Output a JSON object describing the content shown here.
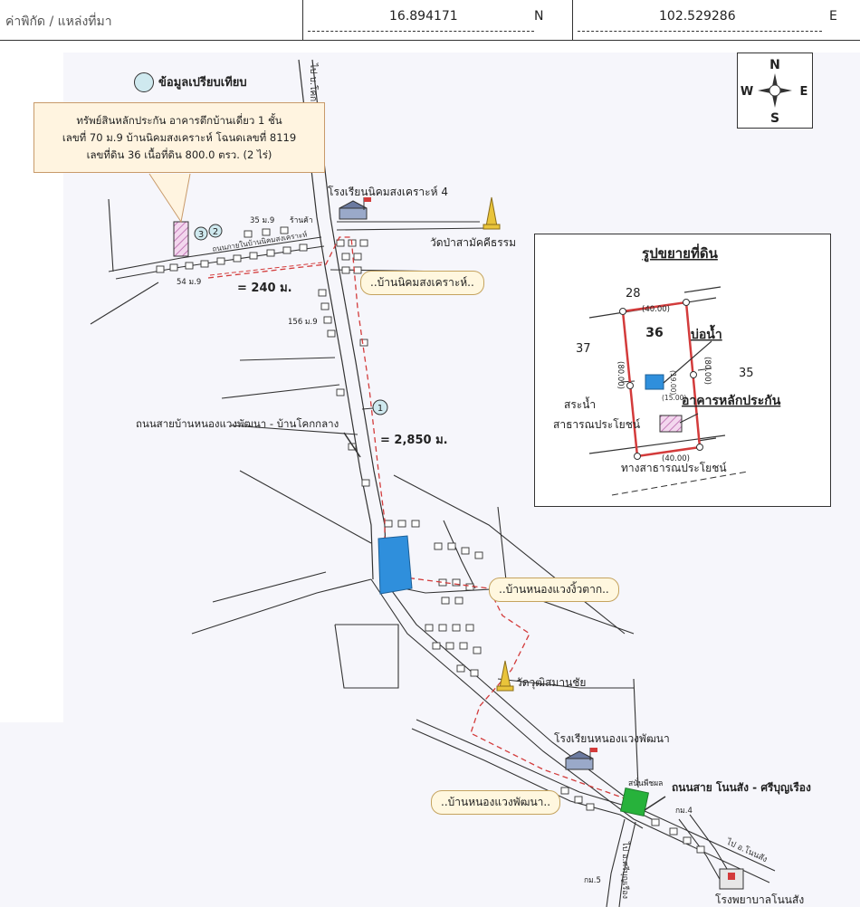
{
  "header": {
    "label": "ค่าพิกัด / แหล่งที่มา",
    "latitude": "16.894171",
    "lat_dir": "N",
    "longitude": "102.529286",
    "lon_dir": "E"
  },
  "legend": {
    "comparison": "ข้อมูลเปรียบเทียบ"
  },
  "infobox": {
    "line1": "ทรัพย์สินหลักประกัน อาคารตึกบ้านเดี่ยว 1 ชั้น",
    "line2": "เลขที่ 70 ม.9 บ้านนิคมสงเคราะห์ โฉนดเลขที่ 8119",
    "line3": "เลขที่ดิน 36 เนื้อที่ดิน 800.0 ตรว. (2 ไร่)"
  },
  "compass": {
    "n": "N",
    "s": "S",
    "e": "E",
    "w": "W"
  },
  "map": {
    "road_north": "ไป บ.โคกกลาง",
    "school1": "โรงเรียนนิคมสงเคราะห์ 4",
    "temple1": "วัดป่าสามัคคีธรรม",
    "shop": "ร้านค้า",
    "addr_35": "35 ม.9",
    "addr_54": "54 ม.9",
    "addr_156": "156 ม.9",
    "road_label": "ถนนภายในบ้านนิคมสงเคราะห์",
    "dist1": "= 240 ม.",
    "village1": "..บ้านนิคมสงเคราะห์..",
    "road_main": "ถนนสายบ้านหนองแวงพัฒนา - บ้านโคกกลาง",
    "dist2": "= 2,850 ม.",
    "village2": "..บ้านหนองแวงงิ้วตาก..",
    "temple2": "วัดวุฒิสมานชัย",
    "school2": "โรงเรียนหนองแวงพัฒนา",
    "village3": "..บ้านหนองแวงพัฒนา..",
    "field": "สนั่นพืชผล",
    "road_south": "ถนนสาย โนนสัง - ศรีบุญเรือง",
    "km4": "กม.4",
    "km5": "กม.5",
    "road_se": "ไป อ.โนนสัง",
    "road_sw": "ไป อ.ศรีบุญเรือง",
    "hospital": "โรงพยาบาลโนนสัง",
    "marker1": "1",
    "marker2": "2",
    "marker3": "3"
  },
  "inset": {
    "title": "รูปขยายที่ดิน",
    "parcel": "36",
    "n28": "28",
    "n37": "37",
    "n35": "35",
    "top_len": "(40.00)",
    "bottom_len": "(40.00)",
    "left_len": "(80.00)",
    "right_len": "(80.00)",
    "well_w": "(15.00)",
    "well_h": "(19.00)",
    "well": "บ่อน้ำ",
    "building": "อาคารหลักประกัน",
    "pond1": "สระน้ำ",
    "pond2": "สาธารณประโยชน์",
    "public_road": "ทางสาธารณประโยชน์"
  },
  "colors": {
    "road": "#333333",
    "route": "#d33b3b",
    "water": "#2f8fdc",
    "field": "#27b23b",
    "hatch": "#c47ab8"
  }
}
